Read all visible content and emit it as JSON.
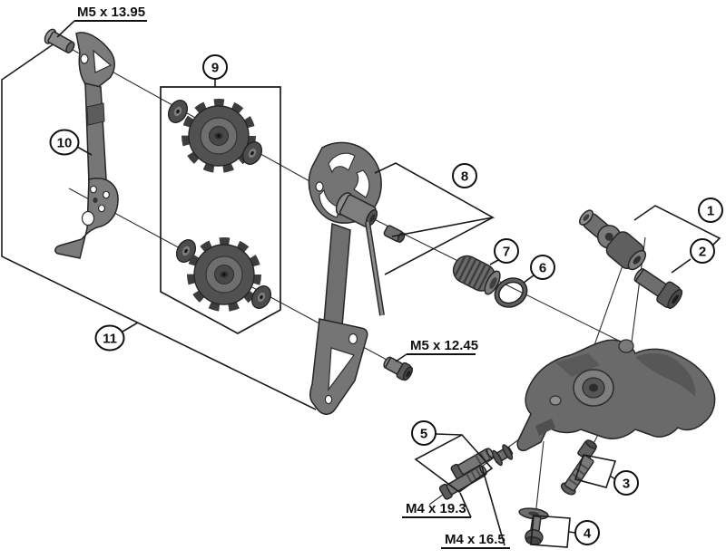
{
  "figure": {
    "type": "exploded-parts-diagram",
    "background": "#ffffff",
    "line_color": "#1a1a1a",
    "part_gray_dark": "#4c4c4c",
    "part_gray_mid": "#737373",
    "part_gray_light": "#9a9a9a"
  },
  "labels": {
    "top_bolt": "M5 x 13.95",
    "cage_bolt": "M5 x 12.45",
    "long_bolt": "M4 x 19.3",
    "short_bolt": "M4 x 16.5"
  },
  "callouts": {
    "c1": "1",
    "c2": "2",
    "c3": "3",
    "c4": "4",
    "c5": "5",
    "c6": "6",
    "c7": "7",
    "c8": "8",
    "c9": "9",
    "c10": "10",
    "c11": "11"
  }
}
